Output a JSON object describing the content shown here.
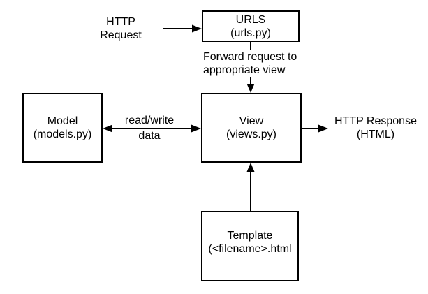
{
  "diagram": {
    "nodes": {
      "urls": {
        "line1": "URLS",
        "line2": "(urls.py)"
      },
      "model": {
        "line1": "Model",
        "line2": "(models.py)"
      },
      "view": {
        "line1": "View",
        "line2": "(views.py)"
      },
      "template": {
        "line1": "Template",
        "line2": "(<filename>.html"
      }
    },
    "labels": {
      "http_request": {
        "line1": "HTTP",
        "line2": "Request"
      },
      "forward_request": {
        "line1": "Forward request to",
        "line2": "appropriate view"
      },
      "read_write": {
        "line1": "read/write",
        "line2": "data"
      },
      "http_response": {
        "line1": "HTTP Response",
        "line2": "(HTML)"
      }
    },
    "colors": {
      "line": "#000000",
      "text": "#000000",
      "background": "#ffffff"
    }
  }
}
